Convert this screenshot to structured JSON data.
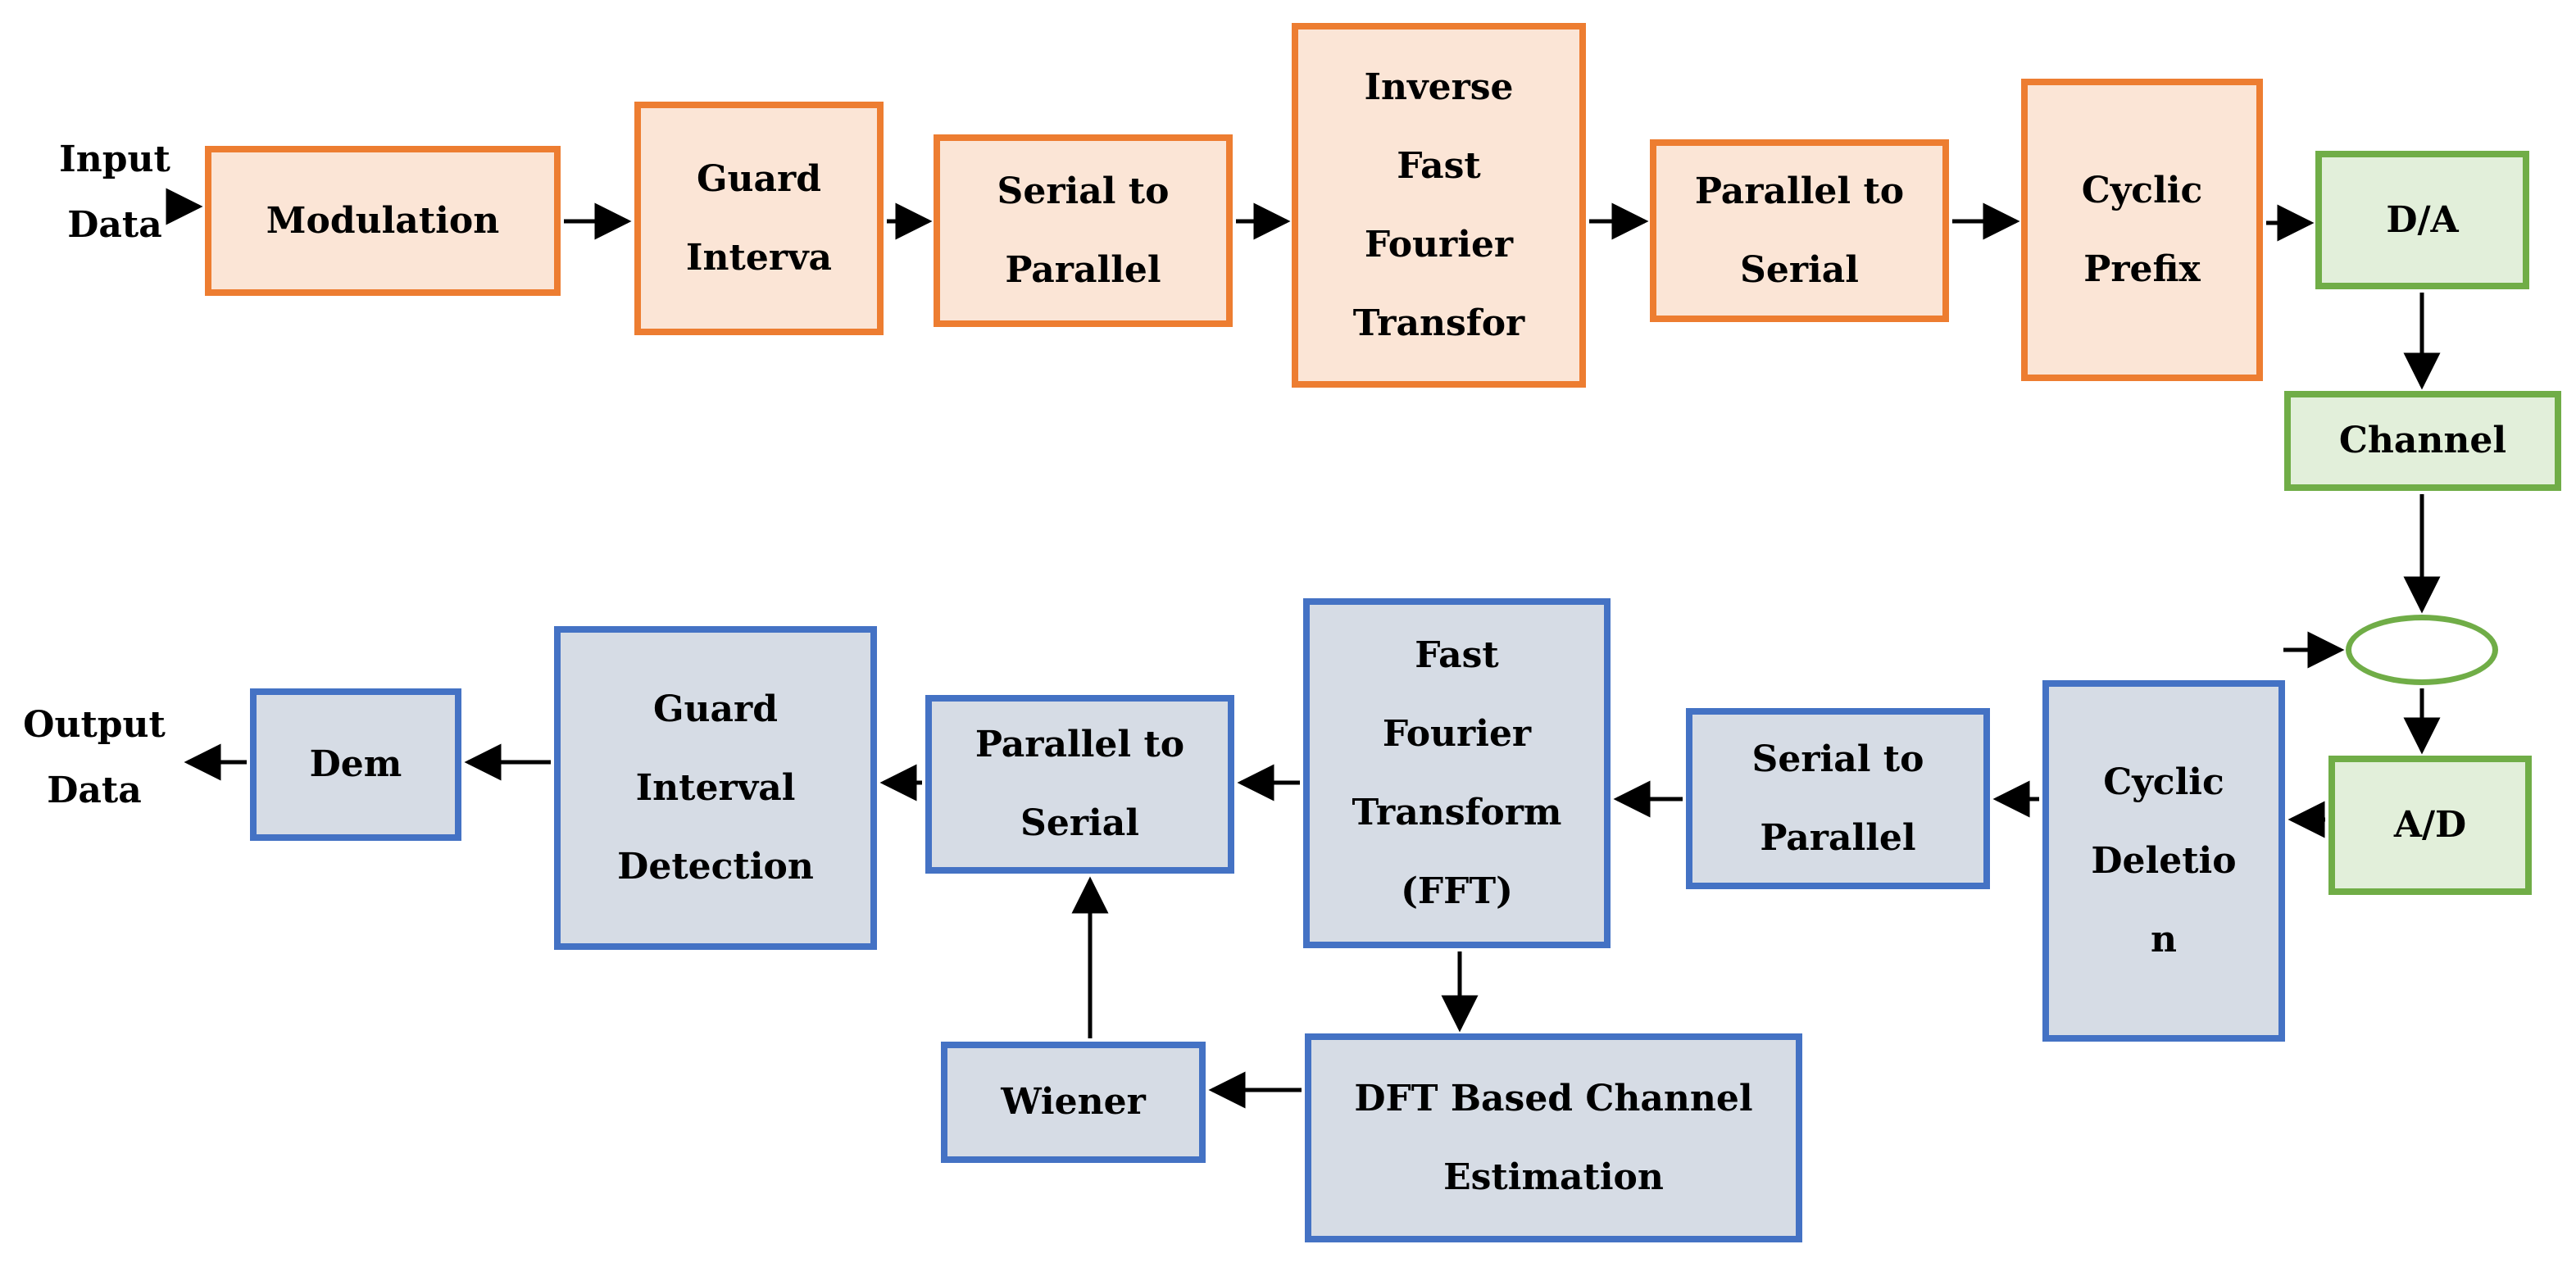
{
  "figure": {
    "type": "block-diagram",
    "description": "OFDM system transmitter-channel-receiver block diagram"
  },
  "labels": {
    "input_data": {
      "lines": [
        "Input",
        "Data"
      ]
    },
    "output_data": {
      "lines": [
        "Output",
        "Data"
      ]
    }
  },
  "blocks": {
    "modulation": {
      "lines": [
        "Modulation"
      ]
    },
    "guard_interval": {
      "lines": [
        "Guard",
        "Interva"
      ]
    },
    "serial_to_parallel_tx": {
      "lines": [
        "Serial to",
        "Parallel"
      ]
    },
    "ifft": {
      "lines": [
        "Inverse",
        "Fast",
        "Fourier",
        "Transfor"
      ]
    },
    "parallel_to_serial_tx": {
      "lines": [
        "Parallel to",
        "Serial"
      ]
    },
    "cyclic_prefix": {
      "lines": [
        "Cyclic",
        "Prefix"
      ]
    },
    "da_converter": {
      "lines": [
        "D/A"
      ]
    },
    "channel": {
      "lines": [
        "Channel"
      ]
    },
    "ad_converter": {
      "lines": [
        "A/D"
      ]
    },
    "cyclic_deletion": {
      "lines": [
        "Cyclic",
        "Deletio",
        "n"
      ]
    },
    "serial_to_parallel_rx": {
      "lines": [
        "Serial to",
        "Parallel"
      ]
    },
    "fft": {
      "lines": [
        "Fast",
        "Fourier",
        "Transform",
        "(FFT)"
      ]
    },
    "parallel_to_serial_rx": {
      "lines": [
        "Parallel to",
        "Serial"
      ]
    },
    "guard_interval_detection": {
      "lines": [
        "Guard",
        "Interval",
        "Detection"
      ]
    },
    "demodulation": {
      "lines": [
        "Dem"
      ]
    },
    "wiener": {
      "lines": [
        "Wiener"
      ]
    },
    "dft_channel_estimation": {
      "lines": [
        "DFT Based Channel",
        "Estimation"
      ]
    }
  },
  "colors": {
    "transmitter_border": "#ED7D31",
    "transmitter_fill": "#FBE5D6",
    "channel_border": "#70AD47",
    "channel_fill": "#E2EFDA",
    "receiver_border": "#4472C4",
    "receiver_fill": "#D6DCE5",
    "arrow": "#000000",
    "text": "#000000",
    "background": "#FFFFFF"
  }
}
